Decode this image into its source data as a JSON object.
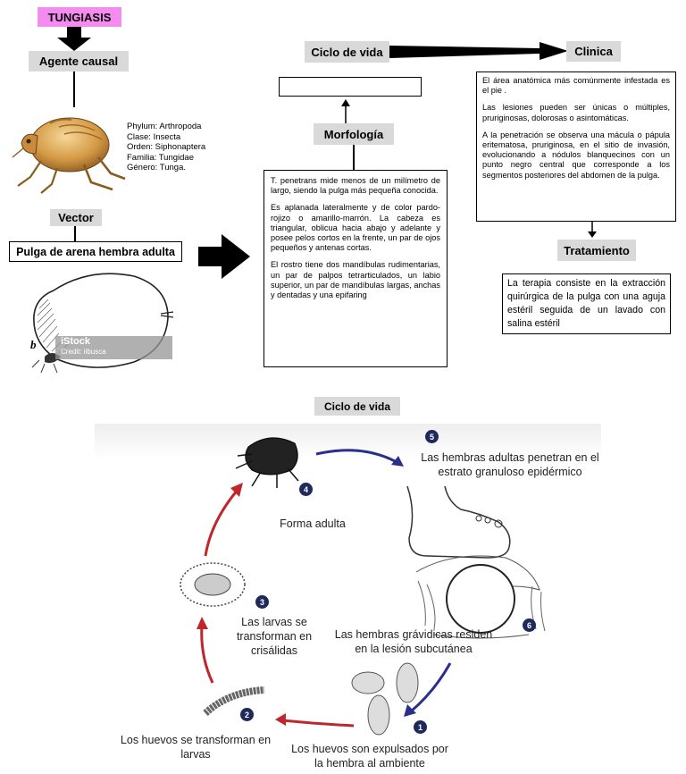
{
  "top": {
    "title": "TUNGIASIS",
    "agente_causal": "Agente causal",
    "taxonomy": [
      "Phylum: Arthropoda",
      "Clase: Insecta",
      "Orden: Siphonaptera",
      "Familia: Tungidae",
      "Género: Tunga."
    ],
    "vector": "Vector",
    "pulga_label": "Pulga de arena hembra adulta",
    "istock_text": "iStock",
    "istock_credit": "Credit: ilbusca",
    "figure_letter": "b"
  },
  "center": {
    "ciclo_de_vida": "Ciclo de vida",
    "morfologia": "Morfología",
    "morfologia_paragraphs": [
      "T. penetrans mide menos de un milímetro de largo, siendo la pulga más pequeña conocida.",
      "Es aplanada lateralmente y de color pardo-rojizo o amarillo-marrón. La cabeza es triangular, oblicua hacia abajo y adelante y posee pelos cortos en la frente, un par de ojos pequeños y antenas cortas.",
      "El rostro tiene dos mandíbulas rudimentarias, un par de palpos tetrarticulados, un labio superior, un par de mandíbulas largas, anchas y dentadas y una epifaring"
    ]
  },
  "right": {
    "clinica": "Clinica",
    "clinica_paragraphs": [
      "El área anatómica más comúnmente infestada es el pie .",
      "Las lesiones pueden ser únicas o múltiples, pruriginosas, dolorosas o asintomáticas.",
      "A la penetración se observa una mácula o pápula eritematosa, pruriginosa, en el sitio de invasión, evolucionando a nódulos blanquecinos con un punto negro central que corresponde a los segmentos posteriores del abdomen de la pulga."
    ],
    "tratamiento": "Tratamiento",
    "tratamiento_text": "La terapia consiste en la extracción quirúrgica de la pulga con una aguja estéril seguida de un lavado con salina estéril"
  },
  "cycle": {
    "title": "Ciclo de vida",
    "steps": [
      {
        "num": "1",
        "text": "Los huevos son expulsados por la hembra al ambiente"
      },
      {
        "num": "2",
        "text": "Los huevos se transforman en larvas"
      },
      {
        "num": "3",
        "text": "Las larvas se transforman en crisálidas"
      },
      {
        "num": "4",
        "text": "Forma adulta"
      },
      {
        "num": "5",
        "text": "Las hembras adultas penetran en el estrato granuloso epidérmico"
      },
      {
        "num": "6",
        "text": "Las hembras grávidicas residen en la lesión subcutánea"
      }
    ]
  },
  "colors": {
    "title_bg": "#f48cf0",
    "label_bg": "#d9d9d9",
    "red_arrow": "#c0272d",
    "blue_arrow": "#2b2f8c",
    "number_badge": "#1f2a5c"
  }
}
